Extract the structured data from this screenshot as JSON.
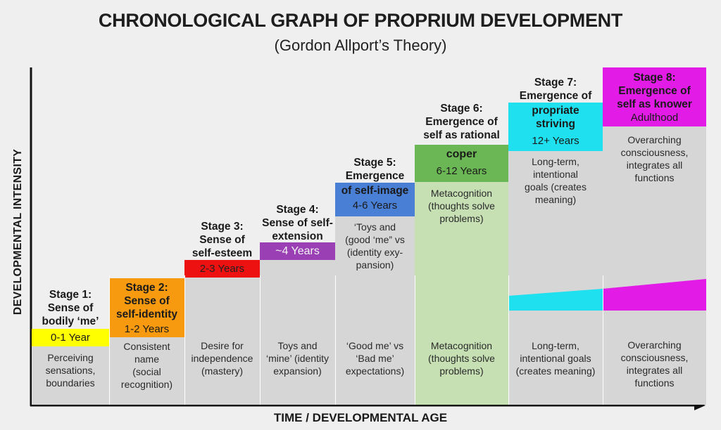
{
  "title": "CHRONOLOGICAL GRAPH OF PROPRIUM DEVELOPMENT",
  "subtitle": "(Gordon Allport’s Theory)",
  "y_axis_label": "DEVELOPMENTAL INTENSITY",
  "x_axis_label": "TIME / DEVELOPMENTAL AGE",
  "colors": {
    "stage1": "#ffff00",
    "stage2": "#f79a0f",
    "stage3": "#ee1111",
    "stage4": "#9b3fb5",
    "stage5": "#4a7fd6",
    "stage6": "#6cb755",
    "stage6_fill": "#c6e0b4",
    "stage7": "#1ee0ee",
    "stage8": "#e21ce6",
    "column_fill": "#d6d6d6",
    "background": "#efefef"
  },
  "stages": [
    {
      "heading": [
        "Stage 1:",
        "Sense of",
        "bodily ‘me’"
      ],
      "age": "0-1 Year",
      "description": [
        "Perceiving",
        "sensations,",
        "boundaries"
      ]
    },
    {
      "heading": [
        "Stage 2:",
        "Sense of",
        "self-identity"
      ],
      "age": "1-2 Years",
      "description": [
        "Consistent",
        "name",
        "(social",
        "recognition)"
      ]
    },
    {
      "heading": [
        "Stage 3:",
        "Sense of",
        "self-esteem"
      ],
      "age": "2-3 Years",
      "description": [
        "Desire for",
        "independence",
        "(mastery)"
      ]
    },
    {
      "heading": [
        "Stage 4:",
        "Sense of self-",
        "extension"
      ],
      "age": "~4 Years",
      "description": [
        "Toys and",
        "‘mine’ (identity",
        "expansion)"
      ]
    },
    {
      "heading": [
        "Stage 5:",
        "Emergence"
      ],
      "band_title": "of self-image",
      "age": "4-6 Years",
      "upper_description": [
        "‘Toys and",
        "(good ‘me” vs",
        "(identity exy-",
        "pansion)"
      ],
      "description": [
        "‘Good me’ vs",
        "‘Bad me’",
        "expectations)"
      ]
    },
    {
      "heading": [
        "Stage 6:",
        "Emergence of",
        "self as rational"
      ],
      "band_title": "coper",
      "age": "6-12 Years",
      "upper_description": [
        "Metacognition",
        "(thoughts solve",
        "problems)"
      ],
      "description": [
        "Metacognition",
        "(thoughts solve",
        "problems)"
      ]
    },
    {
      "heading": [
        "Stage 7:",
        "Emergence of"
      ],
      "band_title": [
        "propriate",
        "striving"
      ],
      "age": "12+ Years",
      "upper_description": [
        "Long-term,",
        "intentional",
        "goals (creates",
        "meaning)"
      ],
      "description": [
        "Long-term,",
        "intentional goals",
        "(creates meaning)"
      ]
    },
    {
      "heading": [],
      "band_title": [
        "Stage 8:",
        "Emergence of",
        "self as knower"
      ],
      "age": "Adulthood",
      "upper_description": [
        "Overarching",
        "consciousness,",
        "integrates all",
        "functions"
      ],
      "description": [
        "Overarching",
        "consciousness,",
        "integrates all",
        "functions"
      ]
    }
  ]
}
